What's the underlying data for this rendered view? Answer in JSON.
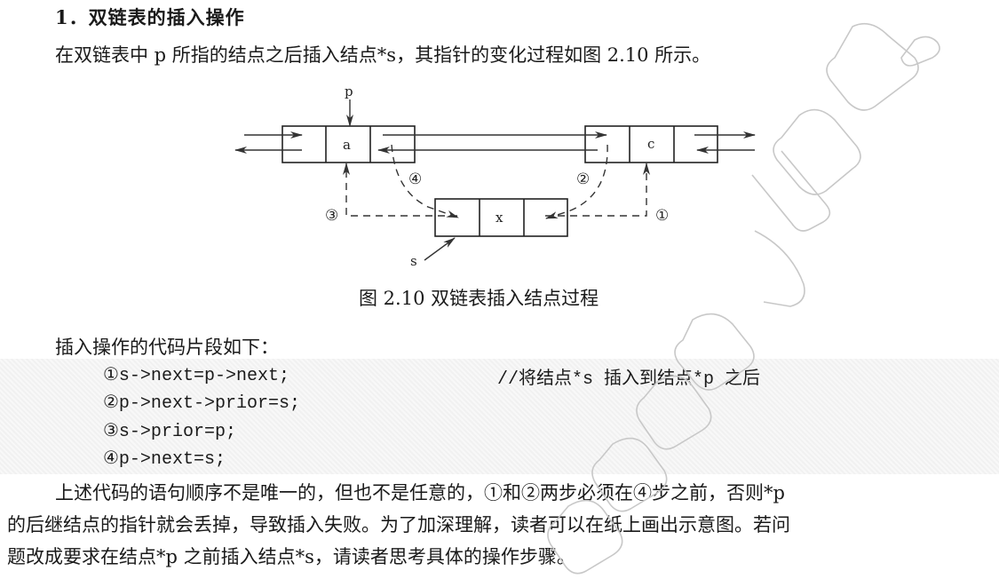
{
  "section": {
    "heading": "1．双链表的插入操作",
    "intro": "在双链表中 p 所指的结点之后插入结点*s，其指针的变化过程如图 2.10 所示。"
  },
  "figure": {
    "caption": "图 2.10    双链表插入结点过程",
    "pointer_p_label": "p",
    "pointer_s_label": "s",
    "nodes": [
      {
        "name": "node-a",
        "data": "a"
      },
      {
        "name": "node-c",
        "data": "c"
      },
      {
        "name": "node-x",
        "data": "x"
      }
    ],
    "step_labels": [
      "①",
      "②",
      "③",
      "④"
    ]
  },
  "code": {
    "intro": "插入操作的代码片段如下：",
    "lines": [
      "①s->next=p->next;",
      "②p->next->prior=s;",
      "③s->prior=p;",
      "④p->next=s;"
    ],
    "comment": "//将结点*s 插入到结点*p 之后"
  },
  "explanation": {
    "line1": "上述代码的语句顺序不是唯一的，但也不是任意的，①和②两步必须在④步之前，否则*p",
    "line2": "的后继结点的指针就会丢掉，导致插入失败。为了加深理解，读者可以在纸上画出示意图。若问",
    "line3": "题改成要求在结点*p 之前插入结点*s，请读者思考具体的操作步骤。"
  },
  "colors": {
    "text": "#1a1a1a",
    "band": "#f3f3f3",
    "watermark": "#c8c8c8"
  }
}
